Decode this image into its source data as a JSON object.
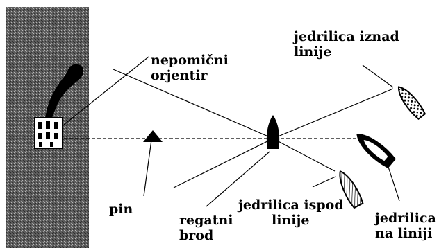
{
  "labels": {
    "fixed_mark": {
      "line1": "nepomični",
      "line2": "orjentir"
    },
    "boat_above": {
      "line1": "jedrilica iznad",
      "line2": "linije"
    },
    "pin": "pin",
    "committee_boat": {
      "line1": "regatni",
      "line2": "brod"
    },
    "boat_below": {
      "line1": "jedrilica ispod",
      "line2": "linije"
    },
    "boat_on_line": {
      "line1": "jedrilica",
      "line2": "na liniji"
    }
  }
}
